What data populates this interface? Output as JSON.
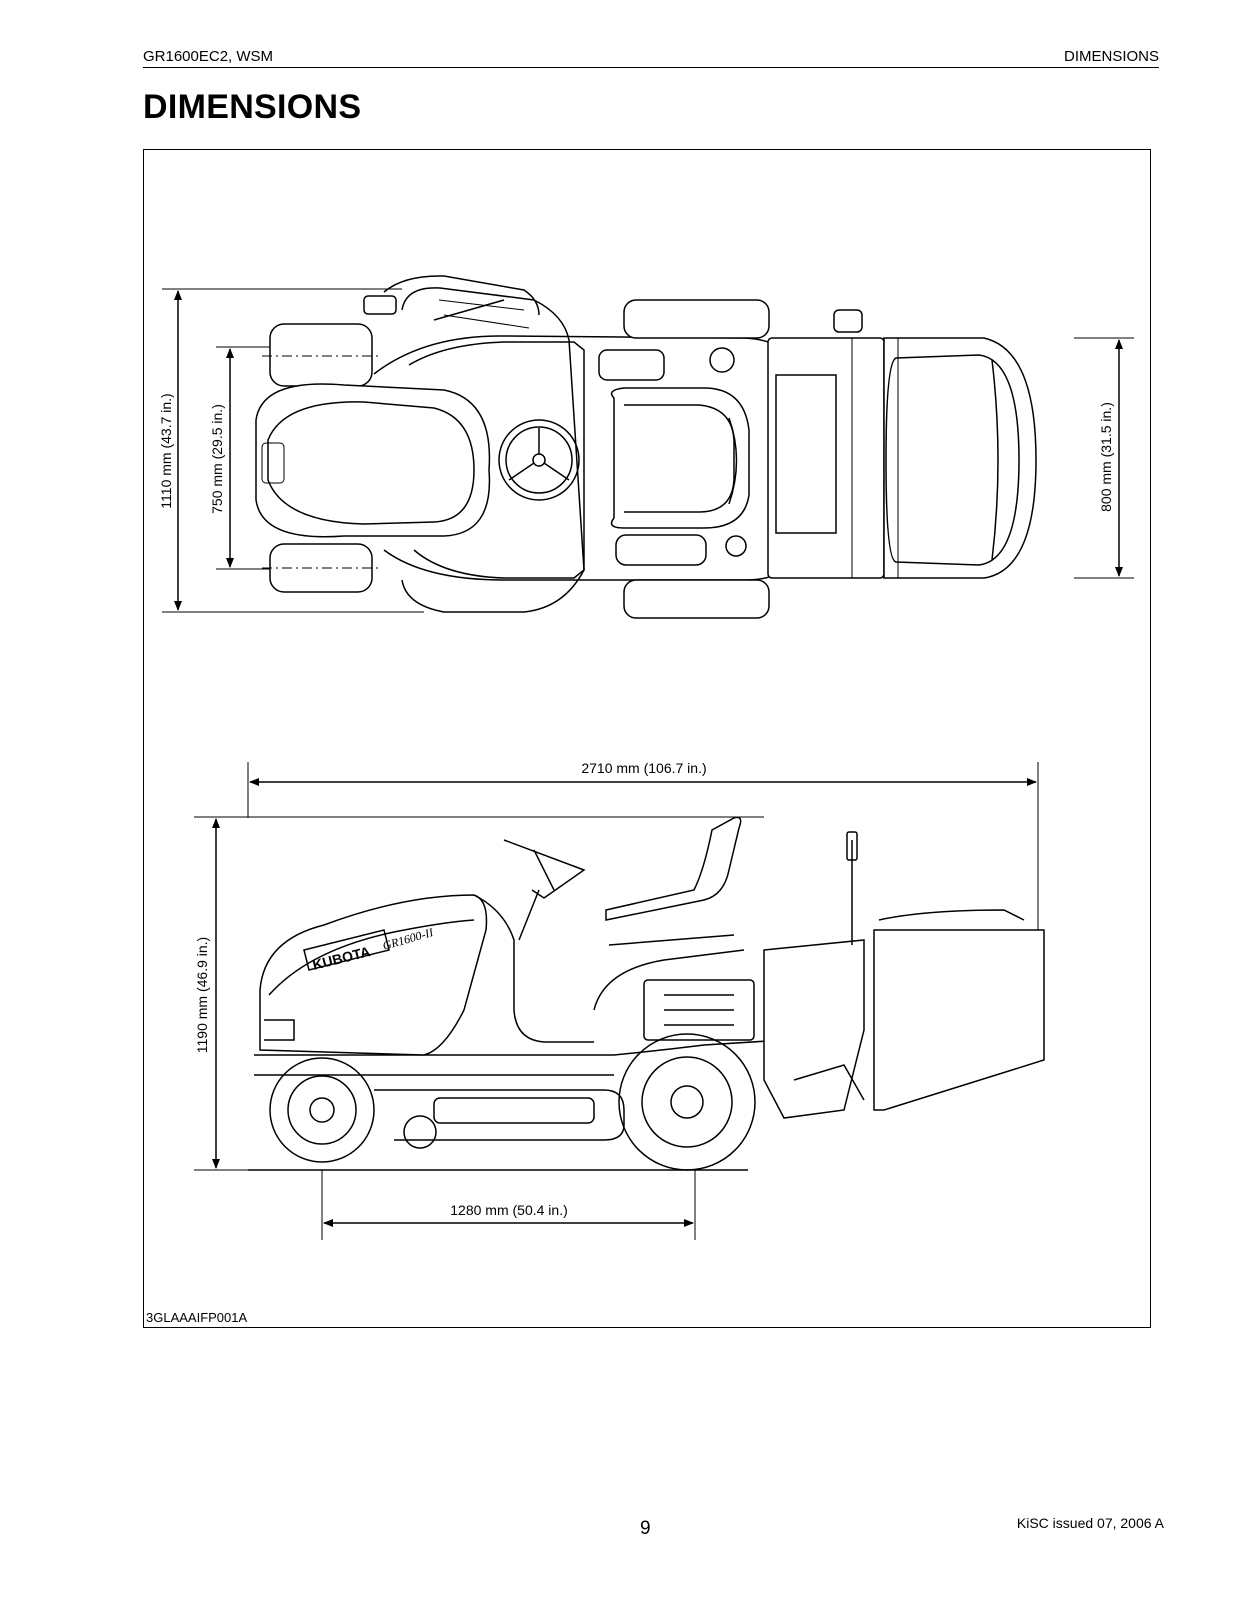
{
  "header": {
    "left": "GR1600EC2, WSM",
    "right": "DIMENSIONS"
  },
  "title": "DIMENSIONS",
  "figure": {
    "dimensions": {
      "overall_width": "1110 mm (43.7 in.)",
      "tread": "750 mm (29.5 in.)",
      "grass_bag_width": "800 mm (31.5 in.)",
      "overall_length": "2710 mm (106.7 in.)",
      "overall_height": "1190 mm (46.9 in.)",
      "wheelbase": "1280 mm (50.4 in.)"
    },
    "decal_brand": "KUBOTA",
    "decal_model": "GR1600-II",
    "figure_id": "3GLAAAIFP001A"
  },
  "footer": {
    "page_number": "9",
    "issued": "KiSC issued 07, 2006 A"
  }
}
